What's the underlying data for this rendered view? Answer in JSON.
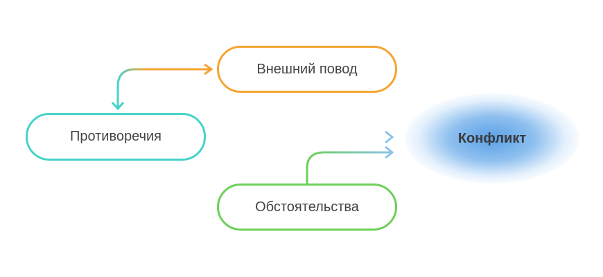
{
  "nodes": {
    "pretext": "Внешний повод",
    "contradictions": "Противоречия",
    "circumstances": "Обстоятельства",
    "conflict": "Конфликт"
  },
  "colors": {
    "orange": "#f5a431",
    "teal": "#46d3c9",
    "green": "#6cd05a",
    "blue": "#8cc2ea"
  }
}
